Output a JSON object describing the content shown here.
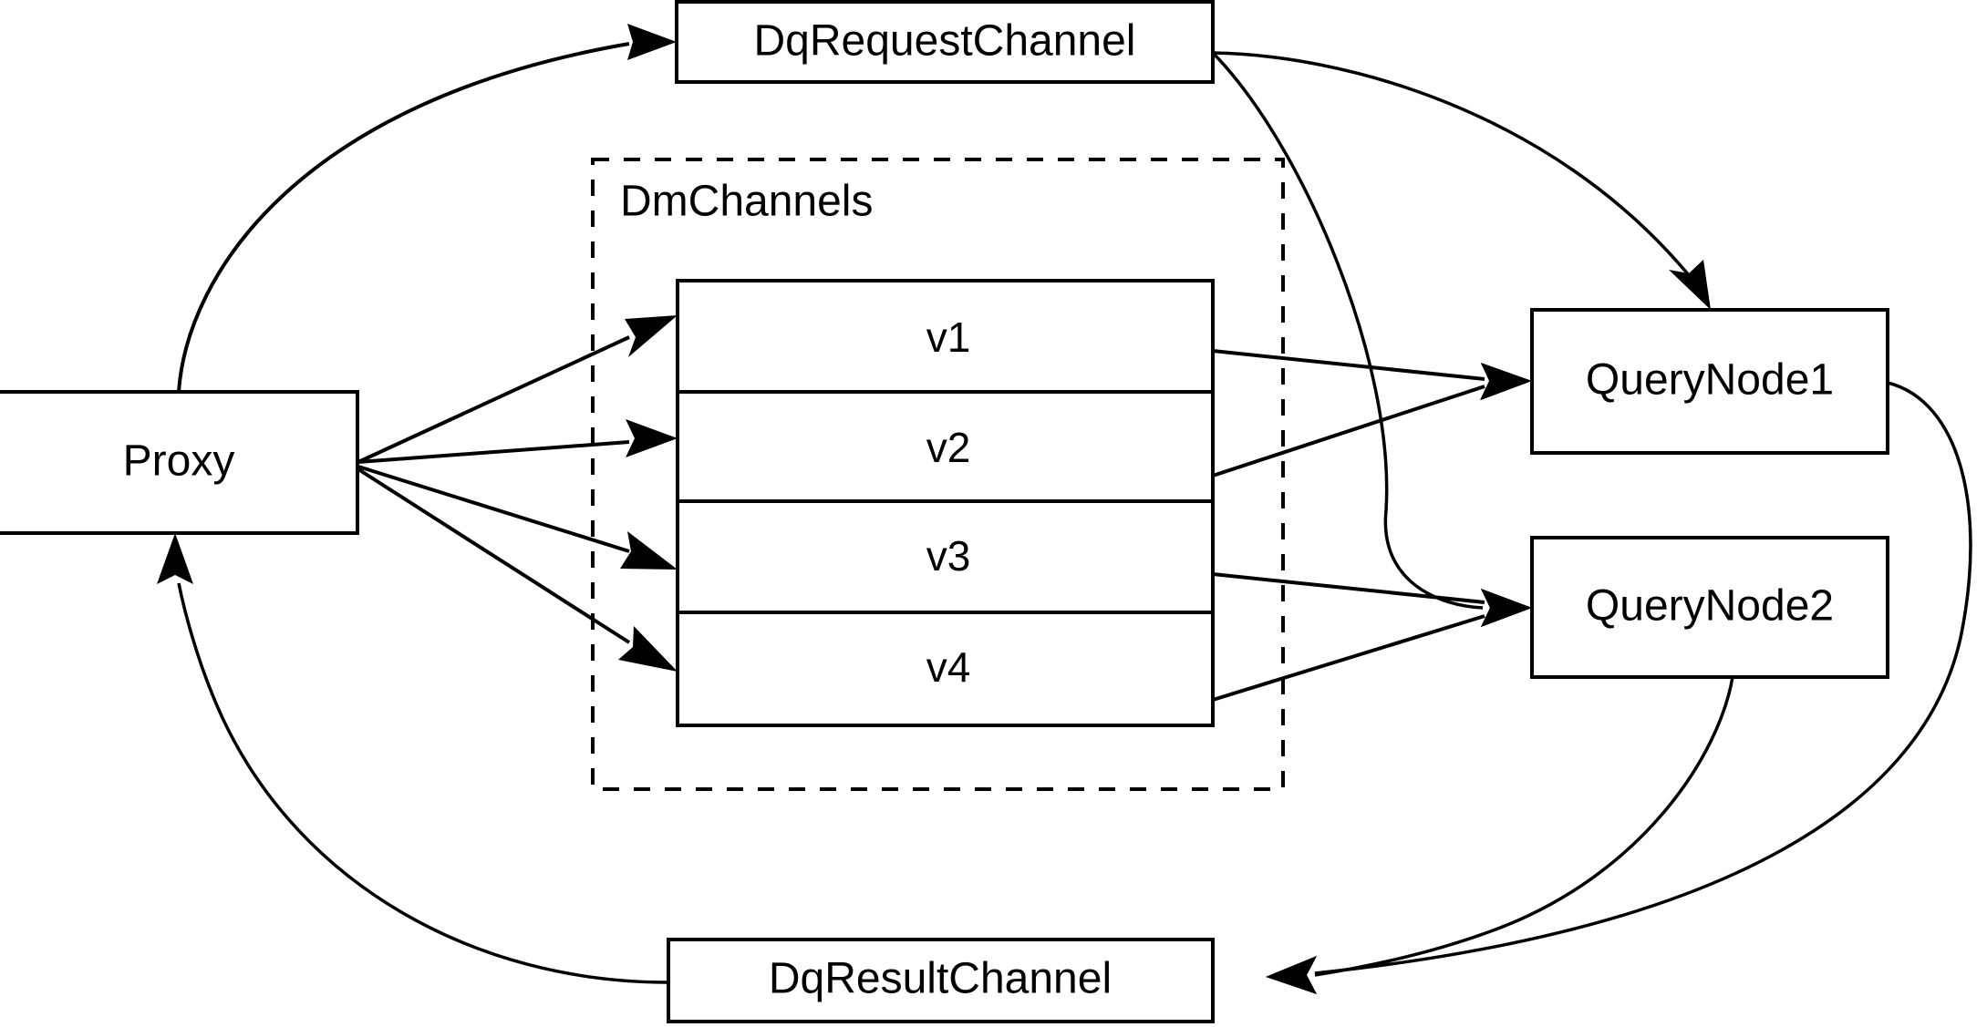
{
  "diagram": {
    "title": "Milvus query flow: Proxy, DqRequestChannel, DmChannels, QueryNodes, DqResultChannel",
    "background_color": "#ffffff",
    "line_color": "#000000",
    "nodes": {
      "proxy": {
        "label": "Proxy"
      },
      "dq_request_channel": {
        "label": "DqRequestChannel"
      },
      "dq_result_channel": {
        "label": "DqResultChannel"
      },
      "query_node_1": {
        "label": "QueryNode1"
      },
      "query_node_2": {
        "label": "QueryNode2"
      }
    },
    "group": {
      "label": "DmChannels",
      "style": "dashed"
    },
    "channel_rows": [
      {
        "label": "v1"
      },
      {
        "label": "v2"
      },
      {
        "label": "v3"
      },
      {
        "label": "v4"
      }
    ],
    "edges": [
      {
        "name": "proxy-to-dq-request-channel",
        "from": "Proxy",
        "to": "DqRequestChannel",
        "style": "curved",
        "arrow": "end"
      },
      {
        "name": "proxy-to-v1",
        "from": "Proxy",
        "to": "v1",
        "style": "straight",
        "arrow": "end"
      },
      {
        "name": "proxy-to-v2",
        "from": "Proxy",
        "to": "v2",
        "style": "straight",
        "arrow": "end"
      },
      {
        "name": "proxy-to-v3",
        "from": "Proxy",
        "to": "v3",
        "style": "straight",
        "arrow": "end"
      },
      {
        "name": "proxy-to-v4",
        "from": "Proxy",
        "to": "v4",
        "style": "straight",
        "arrow": "end"
      },
      {
        "name": "dq-request-channel-to-query-node-1",
        "from": "DqRequestChannel",
        "to": "QueryNode1",
        "style": "curved",
        "arrow": "end"
      },
      {
        "name": "dq-request-channel-to-query-node-2",
        "from": "DqRequestChannel",
        "to": "QueryNode2",
        "style": "curved",
        "arrow": "end"
      },
      {
        "name": "v1-to-query-node-1",
        "from": "v1",
        "to": "QueryNode1",
        "style": "straight",
        "arrow": "end"
      },
      {
        "name": "v2-to-query-node-1",
        "from": "v2",
        "to": "QueryNode1",
        "style": "straight",
        "arrow": "end"
      },
      {
        "name": "v3-to-query-node-2",
        "from": "v3",
        "to": "QueryNode2",
        "style": "straight",
        "arrow": "end"
      },
      {
        "name": "v4-to-query-node-2",
        "from": "v4",
        "to": "QueryNode2",
        "style": "straight",
        "arrow": "end"
      },
      {
        "name": "query-node-1-to-dq-result-channel",
        "from": "QueryNode1",
        "to": "DqResultChannel",
        "style": "curved",
        "arrow": "end"
      },
      {
        "name": "query-node-2-to-dq-result-channel",
        "from": "QueryNode2",
        "to": "DqResultChannel",
        "style": "curved",
        "arrow": "end"
      },
      {
        "name": "dq-result-channel-to-proxy",
        "from": "DqResultChannel",
        "to": "Proxy",
        "style": "curved",
        "arrow": "end"
      }
    ]
  }
}
